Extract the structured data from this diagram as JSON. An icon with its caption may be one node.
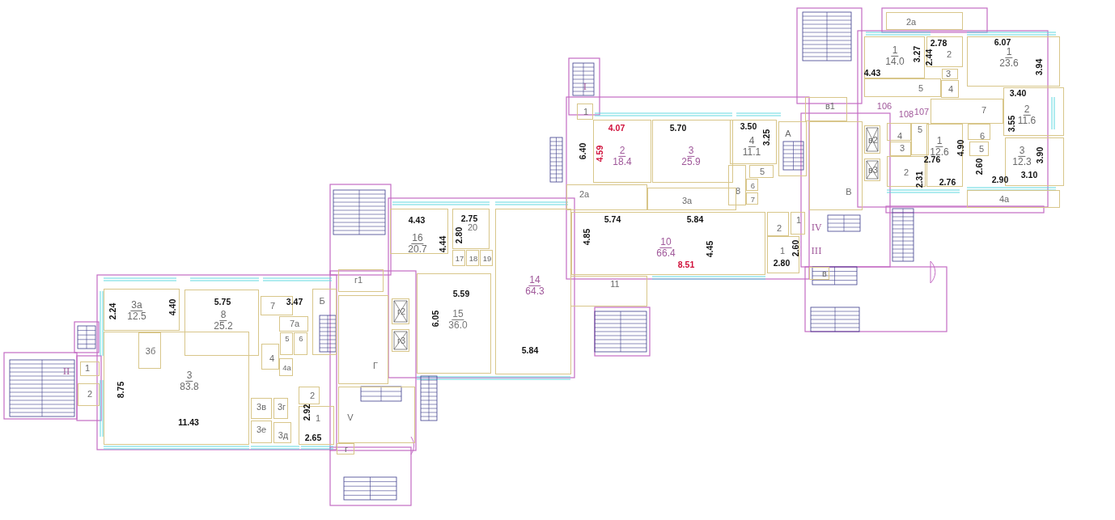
{
  "diagram": {
    "nodes": [
      {
        "text": [
          "3а",
          "12.5"
        ]
      },
      {
        "text": [
          "8",
          "25.2"
        ]
      },
      {
        "text": [
          "7"
        ]
      },
      {
        "text": [
          "7а"
        ]
      },
      {
        "text": [
          "5"
        ]
      },
      {
        "text": [
          "6"
        ]
      },
      {
        "text": [
          "Б"
        ]
      },
      {
        "text": [
          "4"
        ]
      },
      {
        "text": [
          "4а"
        ]
      },
      {
        "text": [
          "1"
        ]
      },
      {
        "text": [
          "2"
        ]
      },
      {
        "text": [
          "3",
          "83.8"
        ]
      },
      {
        "text": [
          "3б"
        ],
        "in": 11
      },
      {
        "text": [
          "3в"
        ]
      },
      {
        "text": [
          "3г"
        ]
      },
      {
        "text": [
          "3е"
        ]
      },
      {
        "text": [
          "3д"
        ]
      },
      {
        "text": [
          "2"
        ]
      },
      {
        "text": [
          "1"
        ]
      },
      {
        "text": [
          "г1"
        ]
      },
      {
        "text": [
          "Г"
        ]
      },
      {
        "text": [
          "г2"
        ]
      },
      {
        "text": [
          "г3"
        ]
      },
      {
        "text": [
          "V"
        ]
      },
      {
        "text": [
          "г"
        ]
      },
      {
        "text": [
          "16",
          "20.7"
        ]
      },
      {
        "text": [
          "20"
        ]
      },
      {
        "text": [
          "17"
        ]
      },
      {
        "text": [
          "18"
        ]
      },
      {
        "text": [
          "19"
        ]
      },
      {
        "text": [
          "15",
          "36.0"
        ]
      },
      {
        "text": [
          "14",
          "64.3"
        ]
      },
      {
        "text": [
          "1"
        ]
      },
      {
        "text": [
          "2",
          "18.4"
        ]
      },
      {
        "text": [
          "3",
          "25.9"
        ]
      },
      {
        "text": [
          "4",
          "11.1"
        ]
      },
      {
        "text": [
          "А"
        ]
      },
      {
        "text": [
          "8"
        ]
      },
      {
        "text": [
          "5"
        ]
      },
      {
        "text": [
          "6"
        ]
      },
      {
        "text": [
          "7"
        ]
      },
      {
        "text": [
          "2а"
        ]
      },
      {
        "text": [
          "3а"
        ]
      },
      {
        "text": [
          "10",
          "66.4"
        ]
      },
      {
        "text": [
          "11"
        ]
      },
      {
        "text": [
          "2"
        ]
      },
      {
        "text": [
          "1"
        ]
      },
      {
        "text": [
          "1"
        ]
      },
      {
        "text": [
          "в"
        ]
      },
      {
        "text": [
          "в1"
        ]
      },
      {
        "text": [
          "В"
        ]
      },
      {
        "text": [
          "в2"
        ]
      },
      {
        "text": [
          "в3"
        ]
      },
      {
        "text": [
          "2а"
        ]
      },
      {
        "text": [
          "1",
          "14.0"
        ]
      },
      {
        "text": [
          "2"
        ]
      },
      {
        "text": [
          "3"
        ]
      },
      {
        "text": [
          "4"
        ]
      },
      {
        "text": [
          "5"
        ]
      },
      {
        "text": [
          "1",
          "23.6"
        ]
      },
      {
        "text": [
          "7"
        ]
      },
      {
        "text": [
          "2",
          "11.6"
        ]
      },
      {
        "text": [
          "4"
        ]
      },
      {
        "text": [
          "3"
        ]
      },
      {
        "text": [
          "5"
        ]
      },
      {
        "text": [
          "2"
        ]
      },
      {
        "text": [
          "1",
          "12.6"
        ]
      },
      {
        "text": [
          "6"
        ]
      },
      {
        "text": [
          "5"
        ]
      },
      {
        "text": [
          "3",
          "12.3"
        ]
      },
      {
        "text": [
          "4а"
        ]
      }
    ],
    "edges": [],
    "labels": [
      "2.24",
      "5.75",
      "4.40",
      "3.47",
      "II",
      "8.75",
      "11.43",
      "2.92",
      "2.65",
      "4.43",
      "4.44",
      "2.75",
      "2.80",
      "5.59",
      "6.05",
      "5.84",
      "I",
      "6.40",
      "4.07",
      "4.59",
      "5.70",
      "3.50",
      "3.25",
      "5.74",
      "5.84",
      "4.85",
      "4.45",
      "8.51",
      "IV",
      "III",
      "2.80",
      "2.60",
      "3.27",
      "2.44",
      "2.78",
      "4.43",
      "6.07",
      "3.94",
      "106",
      "108",
      "107",
      "3.40",
      "3.55",
      "2.76",
      "2.31",
      "4.90",
      "2.76",
      "2.60",
      "2.90",
      "3.90",
      "3.10"
    ]
  }
}
